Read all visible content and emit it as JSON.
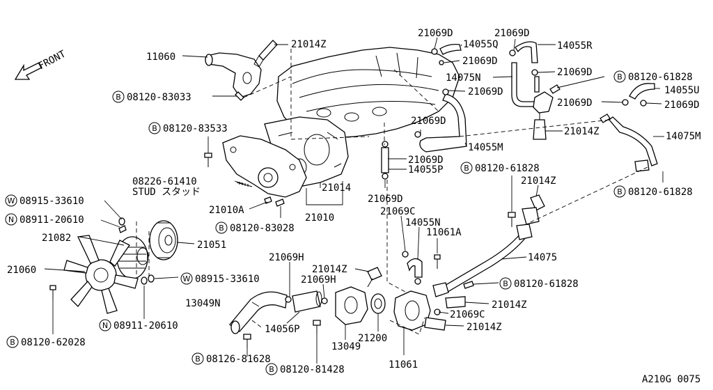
{
  "diagram": {
    "direction_label": "FRONT",
    "diagram_code": "A210G 0075",
    "stud_note": "STUD スタッド",
    "labels": [
      {
        "id": "11060",
        "text": "11060",
        "prefix": ""
      },
      {
        "id": "21014Z-top",
        "text": "21014Z",
        "prefix": ""
      },
      {
        "id": "08120-83033",
        "text": "08120-83033",
        "prefix": "B"
      },
      {
        "id": "08120-83533",
        "text": "08120-83533",
        "prefix": "B"
      },
      {
        "id": "08226-61410",
        "text": "08226-61410",
        "prefix": ""
      },
      {
        "id": "08915-33610-a",
        "text": "08915-33610",
        "prefix": "W"
      },
      {
        "id": "08911-20610-a",
        "text": "08911-20610",
        "prefix": "N"
      },
      {
        "id": "21082",
        "text": "21082",
        "prefix": ""
      },
      {
        "id": "21060",
        "text": "21060",
        "prefix": ""
      },
      {
        "id": "08120-62028",
        "text": "08120-62028",
        "prefix": "B"
      },
      {
        "id": "08911-20610-b",
        "text": "08911-20610",
        "prefix": "N"
      },
      {
        "id": "08915-33610-b",
        "text": "08915-33610",
        "prefix": "W"
      },
      {
        "id": "21051",
        "text": "21051",
        "prefix": ""
      },
      {
        "id": "21010A",
        "text": "21010A",
        "prefix": ""
      },
      {
        "id": "08120-83028",
        "text": "08120-83028",
        "prefix": "B"
      },
      {
        "id": "21014",
        "text": "21014",
        "prefix": ""
      },
      {
        "id": "21010",
        "text": "21010",
        "prefix": ""
      },
      {
        "id": "21069D-1",
        "text": "21069D",
        "prefix": ""
      },
      {
        "id": "21069D-2",
        "text": "21069D",
        "prefix": ""
      },
      {
        "id": "14055Q",
        "text": "14055Q",
        "prefix": ""
      },
      {
        "id": "14055R",
        "text": "14055R",
        "prefix": ""
      },
      {
        "id": "21069D-3",
        "text": "21069D",
        "prefix": ""
      },
      {
        "id": "14075N",
        "text": "14075N",
        "prefix": ""
      },
      {
        "id": "21069D-4",
        "text": "21069D",
        "prefix": ""
      },
      {
        "id": "08120-61828-a",
        "text": "08120-61828",
        "prefix": "B"
      },
      {
        "id": "21069D-5",
        "text": "21069D",
        "prefix": ""
      },
      {
        "id": "14055U",
        "text": "14055U",
        "prefix": ""
      },
      {
        "id": "21069D-6",
        "text": "21069D",
        "prefix": ""
      },
      {
        "id": "21069D-7",
        "text": "21069D",
        "prefix": ""
      },
      {
        "id": "21069D-8",
        "text": "21069D",
        "prefix": ""
      },
      {
        "id": "21014Z-r",
        "text": "21014Z",
        "prefix": ""
      },
      {
        "id": "14075M",
        "text": "14075M",
        "prefix": ""
      },
      {
        "id": "14055M",
        "text": "14055M",
        "prefix": ""
      },
      {
        "id": "21069D-9",
        "text": "21069D",
        "prefix": ""
      },
      {
        "id": "14055P",
        "text": "14055P",
        "prefix": ""
      },
      {
        "id": "21069D-10",
        "text": "21069D",
        "prefix": ""
      },
      {
        "id": "08120-61828-b",
        "text": "08120-61828",
        "prefix": "B"
      },
      {
        "id": "21014Z-m",
        "text": "21014Z",
        "prefix": ""
      },
      {
        "id": "08120-61828-c",
        "text": "08120-61828",
        "prefix": "B"
      },
      {
        "id": "21069C-a",
        "text": "21069C",
        "prefix": ""
      },
      {
        "id": "14055N",
        "text": "14055N",
        "prefix": ""
      },
      {
        "id": "11061A",
        "text": "11061A",
        "prefix": ""
      },
      {
        "id": "14075",
        "text": "14075",
        "prefix": ""
      },
      {
        "id": "08120-61828-d",
        "text": "08120-61828",
        "prefix": "B"
      },
      {
        "id": "21014Z-b1",
        "text": "21014Z",
        "prefix": ""
      },
      {
        "id": "21069C-b",
        "text": "21069C",
        "prefix": ""
      },
      {
        "id": "21014Z-b2",
        "text": "21014Z",
        "prefix": ""
      },
      {
        "id": "21069H-a",
        "text": "21069H",
        "prefix": ""
      },
      {
        "id": "21014Z-c",
        "text": "21014Z",
        "prefix": ""
      },
      {
        "id": "21069H-b",
        "text": "21069H",
        "prefix": ""
      },
      {
        "id": "13049N",
        "text": "13049N",
        "prefix": ""
      },
      {
        "id": "14056P",
        "text": "14056P",
        "prefix": ""
      },
      {
        "id": "13049",
        "text": "13049",
        "prefix": ""
      },
      {
        "id": "21200",
        "text": "21200",
        "prefix": ""
      },
      {
        "id": "08126-81628",
        "text": "08126-81628",
        "prefix": "B"
      },
      {
        "id": "08120-81428",
        "text": "08120-81428",
        "prefix": "B"
      },
      {
        "id": "11061",
        "text": "11061",
        "prefix": ""
      }
    ]
  }
}
